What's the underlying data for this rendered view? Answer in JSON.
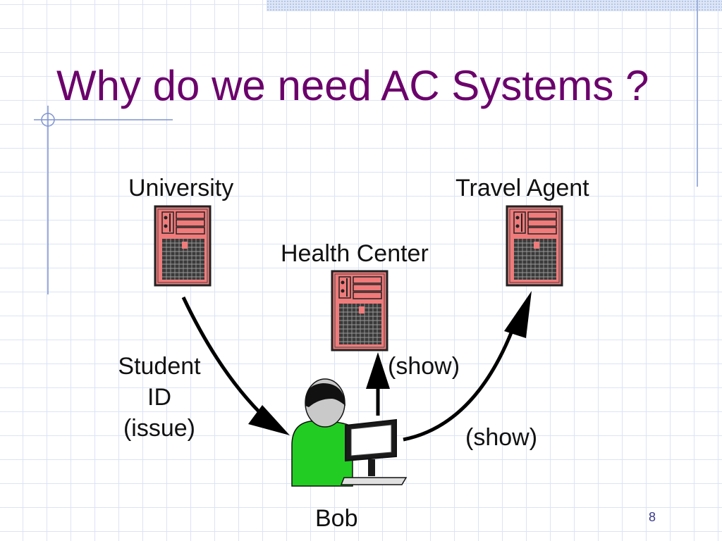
{
  "slide": {
    "title": "Why do we need AC Systems ?",
    "page_number": "8"
  },
  "diagram": {
    "nodes": {
      "university": "University",
      "health_center": "Health Center",
      "travel_agent": "Travel Agent",
      "user": "Bob"
    },
    "edges": {
      "issue_label_line1": "Student",
      "issue_label_line2": "ID",
      "issue_label_line3": "(issue)",
      "show_health": "(show)",
      "show_travel": "(show)"
    }
  },
  "colors": {
    "title": "#6b006b",
    "server_fill": "#f07b7b",
    "user_body": "#22cc22",
    "grid": "#dbe3f5"
  }
}
